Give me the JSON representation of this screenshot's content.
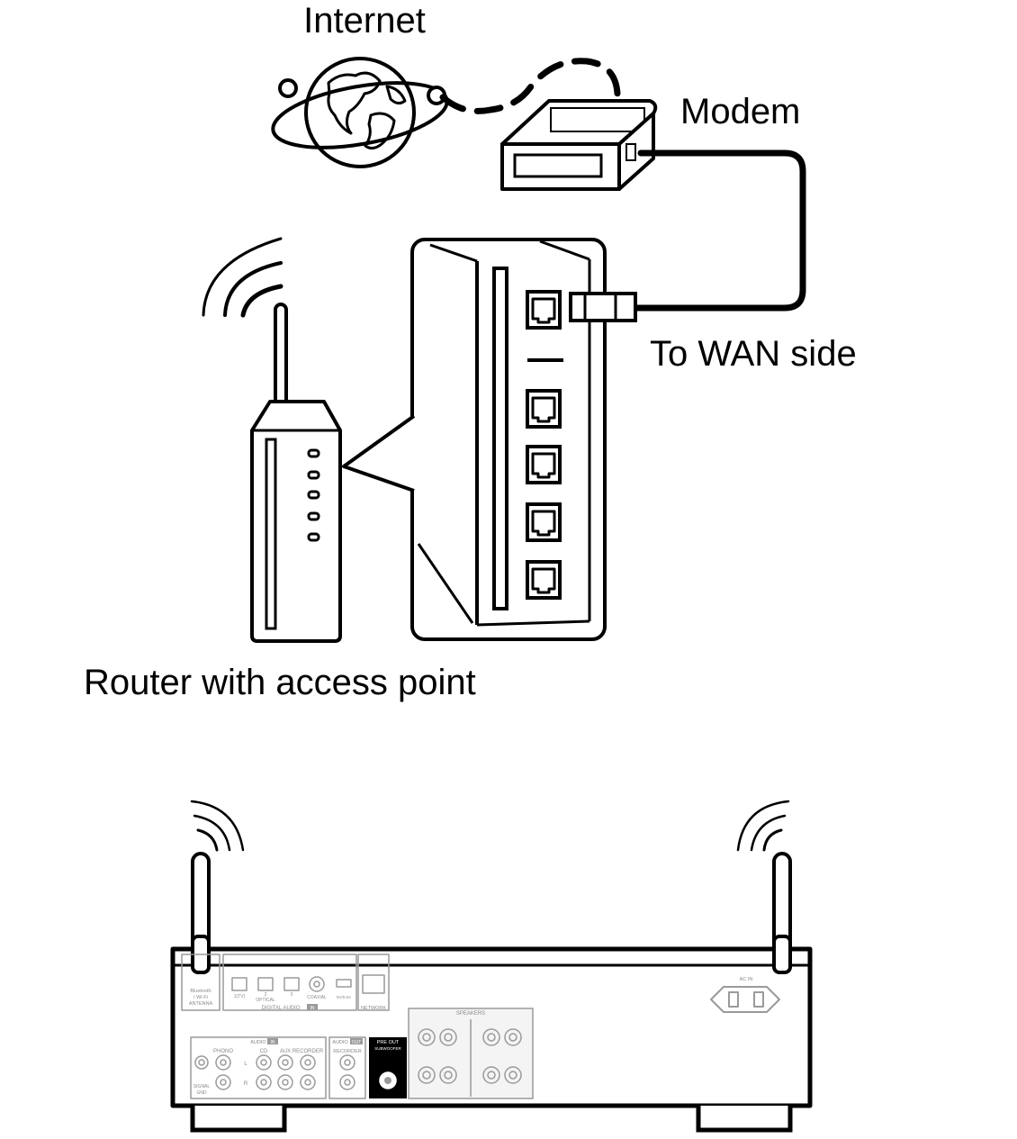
{
  "labels": {
    "internet": "Internet",
    "modem": "Modem",
    "wan_side": "To WAN side",
    "router": "Router with access point"
  },
  "receiver_panel": {
    "antenna": [
      "Bluetooth",
      "/ Wi-Fi",
      "ANTENNA"
    ],
    "digital_audio": "DIGITAL AUDIO",
    "digital_in_badge": "IN",
    "optical_1": "1(TV)",
    "optical_2": "2",
    "optical_3": "3",
    "optical": "OPTICAL",
    "coaxial": "COAXIAL",
    "usb": "5V/0.5A",
    "network": "NETWORK",
    "ac_in": "AC IN",
    "audio_in": "AUDIO",
    "audio_in_badge": "IN",
    "phono": "PHONO",
    "cd": "CD",
    "aux": "AUX",
    "recorder": "RECORDER",
    "audio_out": "AUDIO",
    "audio_out_badge": "OUT",
    "recorder_out": "RECORDER",
    "pre_out": "PRE OUT",
    "subwoofer": "SUBWOOFER",
    "speakers": "SPEAKERS",
    "signal_gnd": [
      "SIGNAL",
      "GND"
    ],
    "left": "L",
    "right": "R"
  },
  "colors": {
    "line": "#000000",
    "panel_text": "#8a8a8a"
  }
}
